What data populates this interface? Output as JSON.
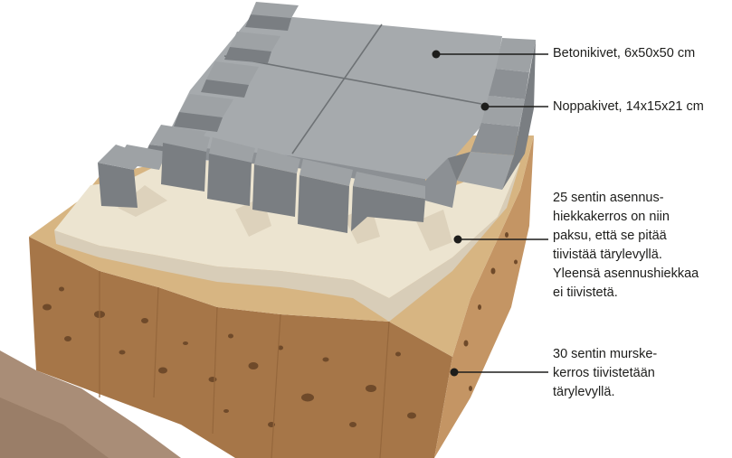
{
  "callouts": [
    {
      "id": "concrete-slabs",
      "text": "Betonikivet, 6x50x50 cm"
    },
    {
      "id": "cobblestones",
      "text": "Noppakivet, 14x15x21 cm"
    },
    {
      "id": "sand-layer",
      "text": "25 sentin asennus-\nhiekkakerros on niin\npaksu, että se pitää\ntiivistää tärylevyllä.\nYleensä asennushiekkaa\nei tiivistetä."
    },
    {
      "id": "gravel-layer",
      "text": "30 sentin murske-\nkerros tiivistetään\ntärylevyllä."
    }
  ],
  "colors": {
    "background": "#ffffff",
    "soil_dark": "#a67648",
    "soil_light": "#c49564",
    "soil_top": "#d7b582",
    "soil_spots": "#6f4a2a",
    "ground_slope": "#a98d77",
    "sand_top": "#ece4d0",
    "sand_side": "#d8cdb8",
    "slab_top": "#a6aaad",
    "slab_joint": "#6e7275",
    "cobble_top": "#9ea2a5",
    "cobble_side": "#7a7e82",
    "leader_line": "#1d1d1b"
  }
}
